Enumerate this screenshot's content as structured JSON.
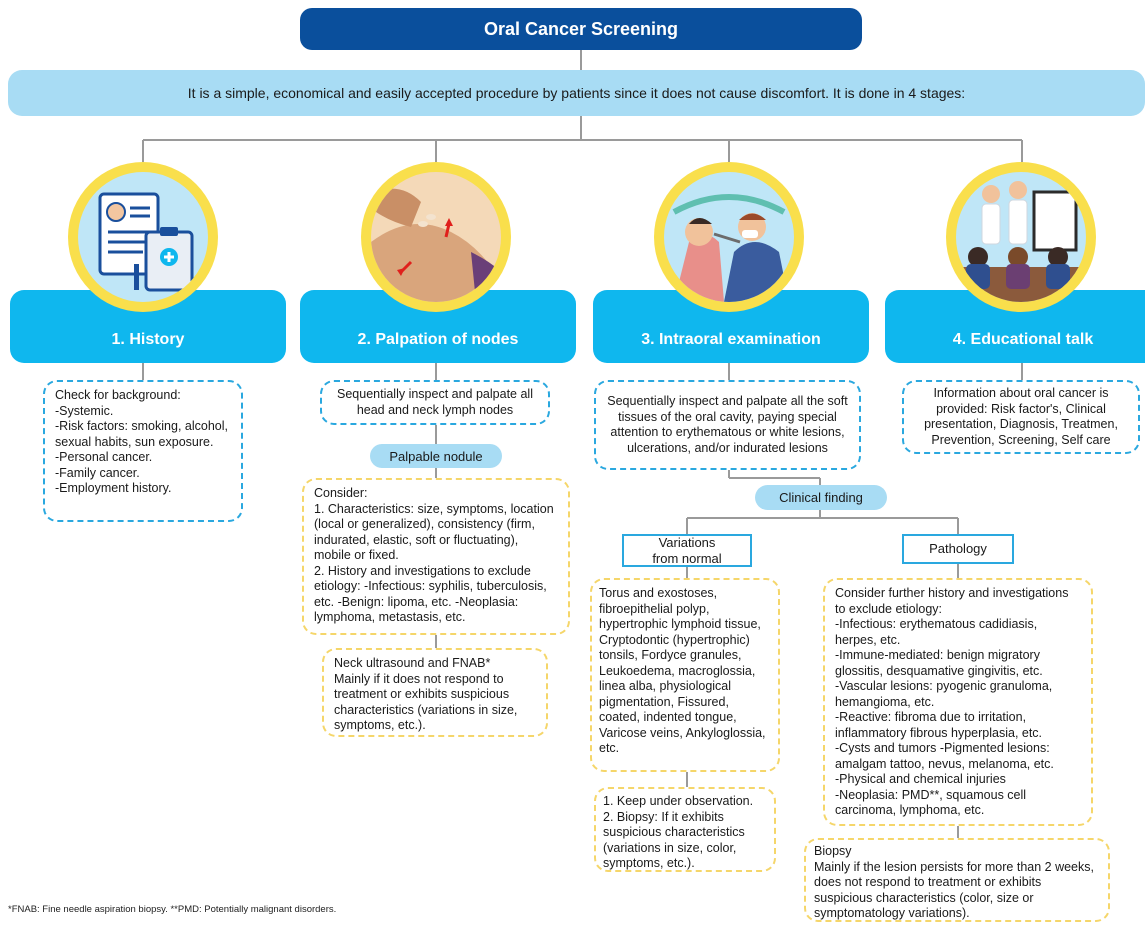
{
  "title": "Oral Cancer Screening",
  "intro": "It is a simple, economical and easily accepted procedure by patients since it does not cause discomfort. It is done in 4 stages:",
  "stages": [
    {
      "label": "1. History"
    },
    {
      "label": "2. Palpation of nodes"
    },
    {
      "label": "3. Intraoral examination"
    },
    {
      "label": "4. Educational talk"
    }
  ],
  "history": {
    "text": "Check for background:\n-Systemic.\n -Risk factors: smoking, alcohol, sexual habits, sun exposure.\n-Personal cancer.\n -Family cancer.\n -Employment history."
  },
  "palpation": {
    "intro": "Sequentially inspect and palpate all head and neck lymph nodes",
    "pill": "Palpable nodule",
    "consider": "Consider:\n 1. Characteristics: size, symptoms, location (local or generalized), consistency (firm, indurated, elastic, soft or fluctuating), mobile or fixed.\n 2. History and investigations to exclude etiology: -Infectious: syphilis, tuberculosis, etc. -Benign: lipoma, etc. -Neoplasia: lymphoma, metastasis, etc.",
    "ultrasound": "Neck ultrasound and FNAB*\nMainly if it does not respond to treatment or exhibits suspicious characteristics (variations in size, symptoms, etc.)."
  },
  "intraoral": {
    "intro": "Sequentially inspect and palpate all the soft tissues of the oral cavity, paying special attention to erythematous or white lesions, ulcerations, and/or indurated lesions",
    "pill": "Clinical finding",
    "variations_label": "Variations\nfrom normal",
    "pathology_label": "Pathology",
    "variations_text": "Torus and exostoses, fibroepithelial polyp, hypertrophic lymphoid tissue, Cryptodontic (hypertrophic) tonsils, Fordyce granules, Leukoedema, macroglossia, linea alba, physiological pigmentation, Fissured, coated, indented tongue, Varicose veins, Ankyloglossia, etc.",
    "observation_text": "1. Keep under observation.\n2. Biopsy: If it exhibits suspicious characteristics (variations in size, color, symptoms, etc.).",
    "pathology_text": "Consider further history and investigations to exclude etiology:\n -Infectious: erythematous cadidiasis, herpes, etc.\n -Immune-mediated: benign migratory glossitis, desquamative gingivitis, etc.\n-Vascular lesions: pyogenic granuloma, hemangioma, etc.\n -Reactive: fibroma due to irritation, inflammatory fibrous hyperplasia, etc.\n-Cysts and tumors -Pigmented lesions: amalgam tattoo, nevus, melanoma, etc.\n-Physical and chemical injuries\n -Neoplasia: PMD**, squamous cell carcinoma, lymphoma, etc.",
    "biopsy_text": "Biopsy\n Mainly if the lesion persists for more than 2 weeks, does not respond to treatment or exhibits suspicious characteristics (color, size or symptomatology variations)."
  },
  "education": {
    "text": "Information about oral cancer is provided: Risk factor's, Clinical presentation, Diagnosis, Treatmen, Prevention, Screening, Self care"
  },
  "footnote": "*FNAB: Fine needle aspiration biopsy. **PMD: Potentially malignant disorders.",
  "colors": {
    "title_bg": "#0a4f9c",
    "stage_bg": "#0fb7ee",
    "intro_bg": "#a8dcf4",
    "circle": "#f9df4c",
    "blue_dash": "#2aa8df",
    "yellow_dash": "#f5d66a"
  },
  "icons": [
    "documents-icon",
    "neck-palpation-icon",
    "dentist-exam-icon",
    "classroom-icon"
  ]
}
